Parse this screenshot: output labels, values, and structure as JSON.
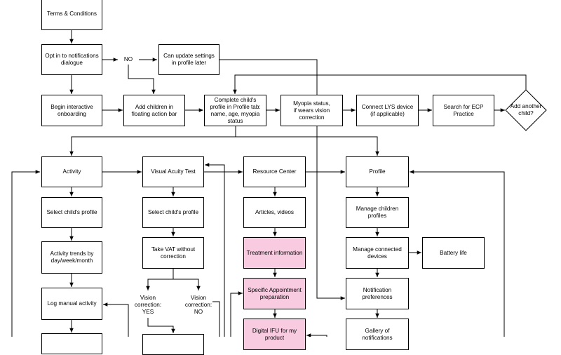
{
  "nodes": {
    "terms": "Terms & Conditions",
    "optin": "Opt in to notifications\ndialogue",
    "no": "NO",
    "update_settings": "Can update settings\nin profile later",
    "begin": "Begin interactive\nonboarding",
    "add_children": "Add children in\nfloating action bar",
    "complete_profile": "Complete child's\nprofile in Profile tab:\nname, age, myopia\nstatus",
    "myopia": "Myopia status,\nif wears vision\ncorrection",
    "connect_lys": "Connect LYS device\n(if applicable)",
    "search_ecp": "Search for ECP\nPractice",
    "add_another": "Add another\nchild?",
    "activity": "Activity",
    "vat": "Visual Acuity Test",
    "resource": "Resource Center",
    "profile": "Profile",
    "select_profile_1": "Select child's profile",
    "select_profile_2": "Select child's profile",
    "articles": "Articles, videos",
    "manage_children": "Manage children\nprofiles",
    "activity_trends": "Activity trends by\nday/week/month",
    "take_vat": "Take VAT without\ncorrection",
    "treatment": "Treatment information",
    "manage_devices": "Manage connected\ndevices",
    "battery": "Battery life",
    "vision_yes": "Vision\ncorrection:\nYES",
    "vision_no": "Vision\ncorrection:\nNO",
    "log_manual": "Log manual activity",
    "appointment": "Specific Appointment\npreparation",
    "notif_prefs": "Notification\npreferences",
    "digital_ifu": "Digital IFU for my\nproduct",
    "gallery": "Gallery of\nnotifications"
  }
}
